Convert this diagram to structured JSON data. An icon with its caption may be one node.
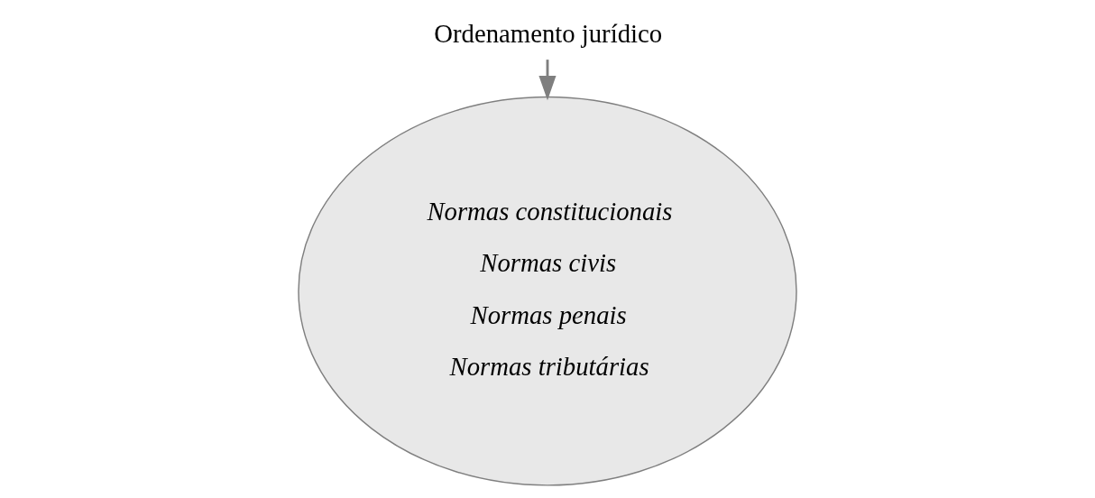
{
  "diagram": {
    "nodes": [
      {
        "text": [
          "Ordenamento jurídico"
        ]
      },
      {
        "text": [
          "Normas constitucionais",
          "Normas civis",
          "Normas penais",
          "Normas tributárias"
        ]
      }
    ],
    "edges": [
      {
        "from": 0,
        "to": 1,
        "arrow": "to"
      }
    ]
  }
}
